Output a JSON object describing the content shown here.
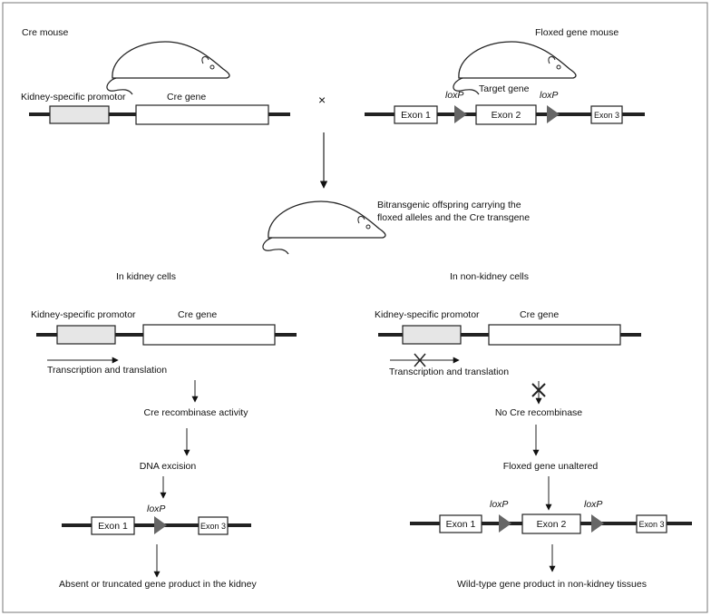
{
  "top": {
    "cre_mouse": "Cre mouse",
    "floxed_mouse": "Floxed gene mouse",
    "kidney_promotor": "Kidney-specific promotor",
    "cre_gene": "Cre gene",
    "cross_symbol": "×",
    "loxp": "loxP",
    "target_gene": "Target gene",
    "exon1": "Exon 1",
    "exon2": "Exon 2",
    "exon3": "Exon 3"
  },
  "offspring": {
    "line1": "Bitransgenic offspring carrying the",
    "line2": "floxed alleles and the Cre transgene"
  },
  "left": {
    "title": "In kidney cells",
    "promotor": "Kidney-specific promotor",
    "cre_gene": "Cre gene",
    "transcription": "Transcription and translation",
    "activity": "Cre recombinase activity",
    "excision": "DNA excision",
    "loxp": "loxP",
    "exon1": "Exon 1",
    "exon3": "Exon 3",
    "result": "Absent or truncated gene product in the kidney"
  },
  "right": {
    "title": "In non-kidney cells",
    "promotor": "Kidney-specific promotor",
    "cre_gene": "Cre gene",
    "transcription": "Transcription and translation",
    "no_cre": "No Cre recombinase",
    "unaltered": "Floxed gene unaltered",
    "loxp": "loxP",
    "exon1": "Exon 1",
    "exon2": "Exon 2",
    "exon3": "Exon 3",
    "result": "Wild-type gene product in non-kidney tissues"
  }
}
